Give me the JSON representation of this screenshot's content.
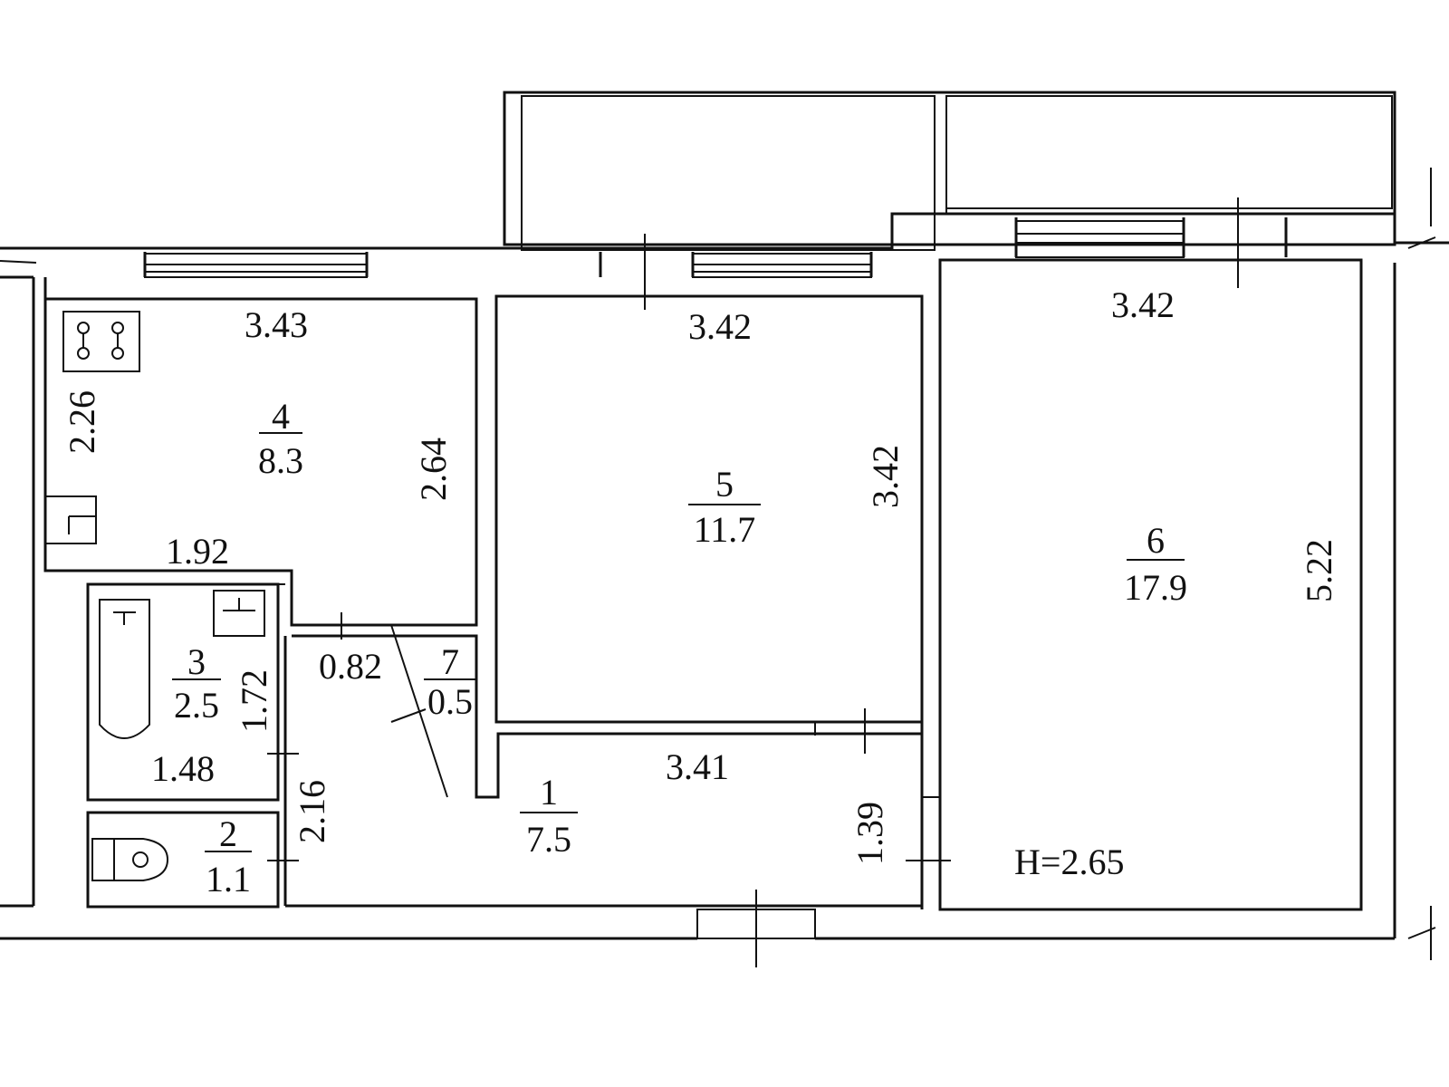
{
  "rooms": [
    {
      "number": "1",
      "area": "7.5"
    },
    {
      "number": "2",
      "area": "1.1"
    },
    {
      "number": "3",
      "area": "2.5"
    },
    {
      "number": "4",
      "area": "8.3"
    },
    {
      "number": "5",
      "area": "11.7"
    },
    {
      "number": "6",
      "area": "17.9"
    },
    {
      "number": "7",
      "area": "0.5"
    }
  ],
  "dimensions": {
    "kitchen_width": "3.43",
    "kitchen_height": "2.26",
    "kitchen_depth": "2.64",
    "kitchen_lower": "1.92",
    "room5_width": "3.42",
    "room5_height": "3.42",
    "room6_width": "3.42",
    "room6_height": "5.22",
    "bath_height": "1.72",
    "bath_width": "1.48",
    "closet_width": "0.82",
    "hall_width": "3.41",
    "hall_height": "1.39",
    "wc_height": "2.16"
  },
  "ceiling_height": "H=2.65"
}
